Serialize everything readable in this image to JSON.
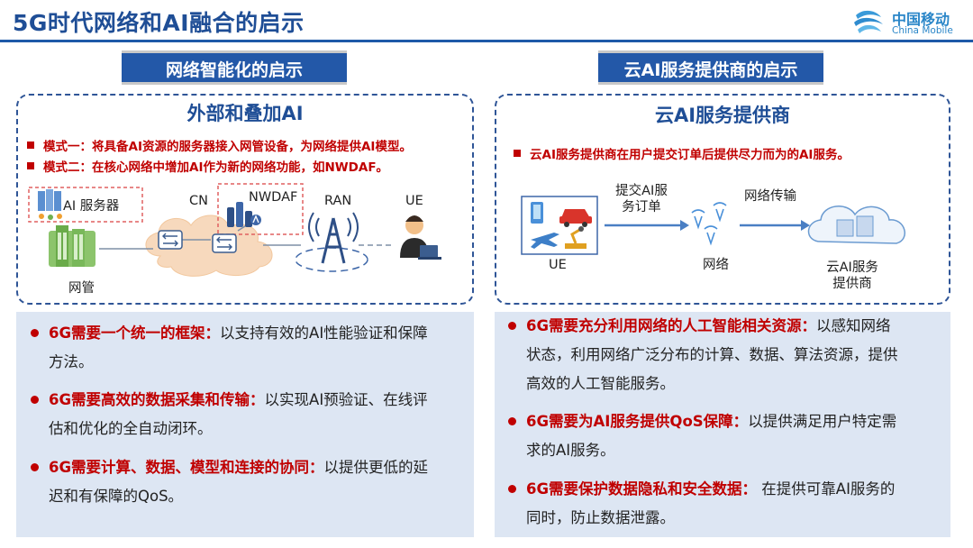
{
  "title": "5G时代网络和AI融合的启示",
  "logo": {
    "name": "中国移动",
    "en": "China Mobile",
    "icon": "china-mobile-logo"
  },
  "left": {
    "header": "网络智能化的启示",
    "box_title": "外部和叠加AI",
    "modes": [
      "模式一：将具备AI资源的服务器接入网管设备，为网络提供AI模型。",
      "模式二：在核心网络中增加AI作为新的网络功能，如NWDAF。"
    ],
    "diagram": {
      "ai_server": "AI 服务器",
      "cn": "CN",
      "nwdaf": "NWDAF",
      "ran": "RAN",
      "ue": "UE",
      "nms": "网管"
    },
    "bullets": [
      {
        "hl": "6G需要一个统一的框架：",
        "line1": "以支持有效的AI性能验证和保障",
        "line2": "方法。"
      },
      {
        "hl": "6G需要高效的数据采集和传输：",
        "line1": "以实现AI预验证、在线评",
        "line2": "估和优化的全自动闭环。"
      },
      {
        "hl": "6G需要计算、数据、模型和连接的协同：",
        "line1": "以提供更低的延",
        "line2": "迟和有保障的QoS。"
      }
    ]
  },
  "right": {
    "header": "云AI服务提供商的启示",
    "box_title": "云AI服务提供商",
    "desc": "云AI服务提供商在用户提交订单后提供尽力而为的AI服务。",
    "diagram": {
      "submit_l1": "提交AI服",
      "submit_l2": "务订单",
      "transfer": "网络传输",
      "ue": "UE",
      "network": "网络",
      "cloud_l1": "云AI服务",
      "cloud_l2": "提供商"
    },
    "bullets": [
      {
        "hl": "6G需要充分利用网络的人工智能相关资源：",
        "line1": "以感知网络",
        "line2": "状态，利用网络广泛分布的计算、数据、算法资源，提供",
        "line3": "高效的人工智能服务。"
      },
      {
        "hl": "6G需要为AI服务提供QoS保障：",
        "line1": "以提供满足用户特定需",
        "line2": "求的AI服务。"
      },
      {
        "hl": "6G需要保护数据隐私和安全数据：",
        "line1": " 在提供可靠AI服务的",
        "line2": "同时，防止数据泄露。"
      }
    ]
  },
  "colors": {
    "title_blue": "#1f4e96",
    "header_bg": "#2358a8",
    "highlight_red": "#c00000",
    "panel_bg": "#dde6f3"
  }
}
